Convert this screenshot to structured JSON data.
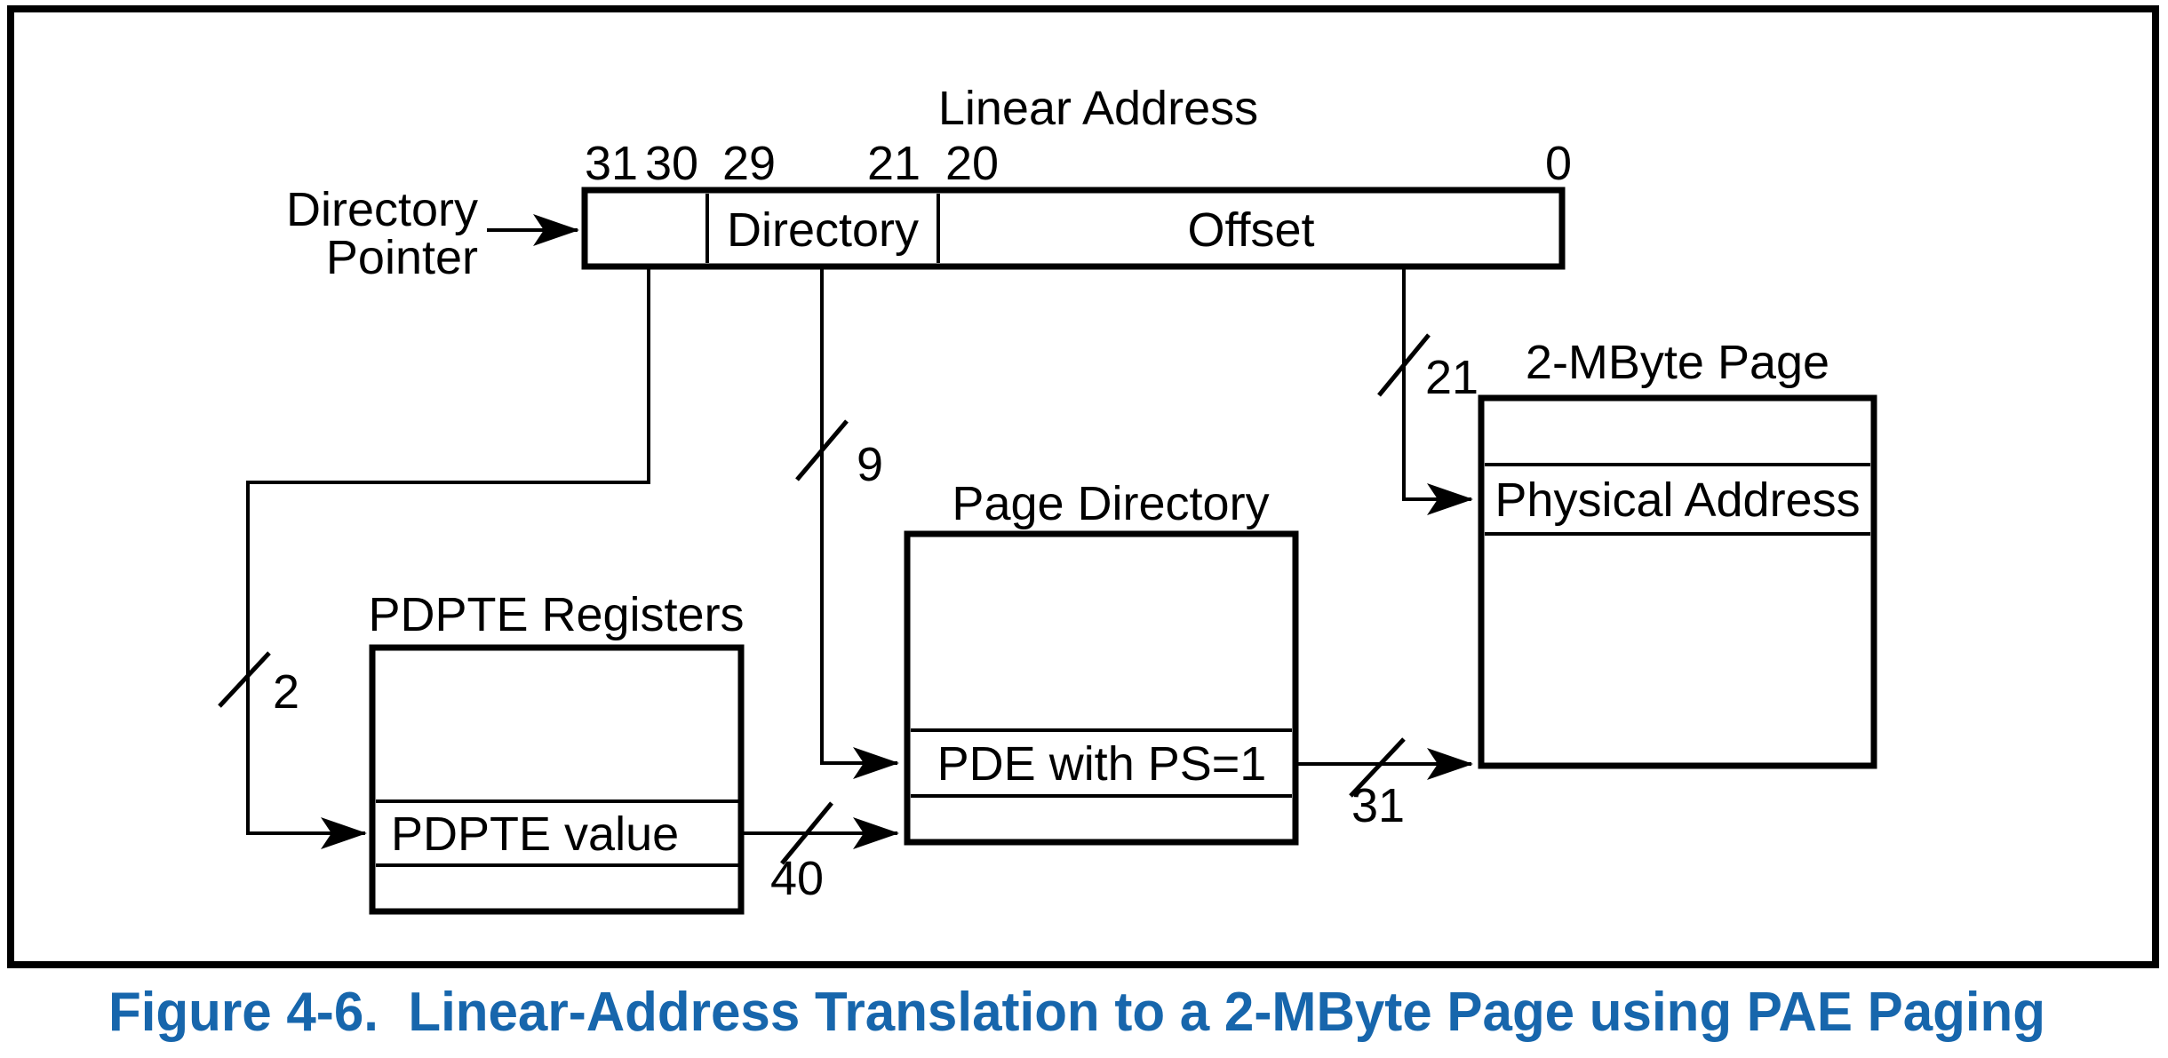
{
  "figure_caption": {
    "text": "Figure 4-6.  Linear-Address Translation to a 2-MByte Page using PAE Paging",
    "color": "#1766AC"
  },
  "linear_address": {
    "title": "Linear Address",
    "bit_labels": {
      "b31": "31",
      "b30": "30",
      "b29": "29",
      "b21": "21",
      "b20": "20",
      "b0": "0"
    },
    "fields": {
      "directory": "Directory",
      "offset": "Offset"
    },
    "source_label": {
      "line1": "Directory",
      "line2": "Pointer"
    }
  },
  "bus_widths": {
    "to_pdpte": "2",
    "to_page_directory": "9",
    "to_page": "21",
    "from_pdpte": "40",
    "from_pde": "31"
  },
  "pdpte_registers": {
    "title": "PDPTE Registers",
    "entry": "PDPTE value"
  },
  "page_directory": {
    "title": "Page Directory",
    "entry": "PDE with PS=1"
  },
  "two_mbyte_page": {
    "title": "2-MByte Page",
    "entry": "Physical Address"
  }
}
